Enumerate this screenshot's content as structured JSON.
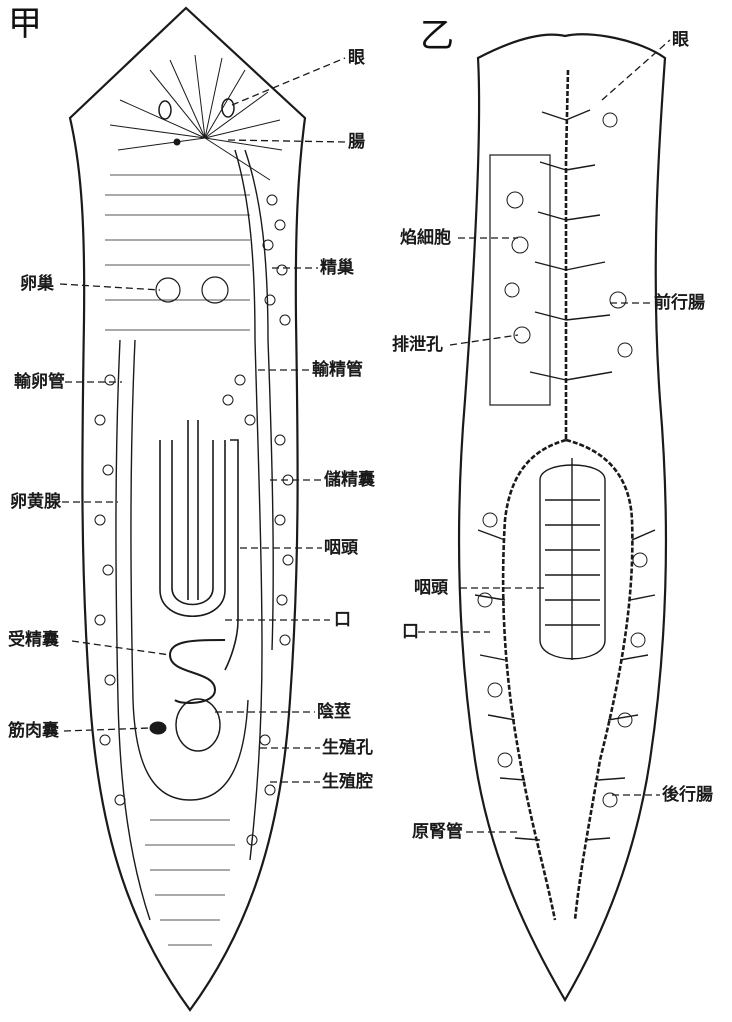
{
  "panels": [
    {
      "title": "甲",
      "labels": [
        "眼",
        "腸",
        "精巢",
        "卵巢",
        "輸精管",
        "輸卵管",
        "儲精囊",
        "卵黄腺",
        "咽頭",
        "口",
        "受精囊",
        "陰莖",
        "筋肉囊",
        "生殖孔",
        "生殖腔"
      ]
    },
    {
      "title": "乙",
      "labels": [
        "眼",
        "焰細胞",
        "前行腸",
        "排泄孔",
        "咽頭",
        "口",
        "後行腸",
        "原腎管"
      ]
    }
  ],
  "colors": {
    "ink": "#1a1a1a",
    "paper": "#ffffff"
  }
}
